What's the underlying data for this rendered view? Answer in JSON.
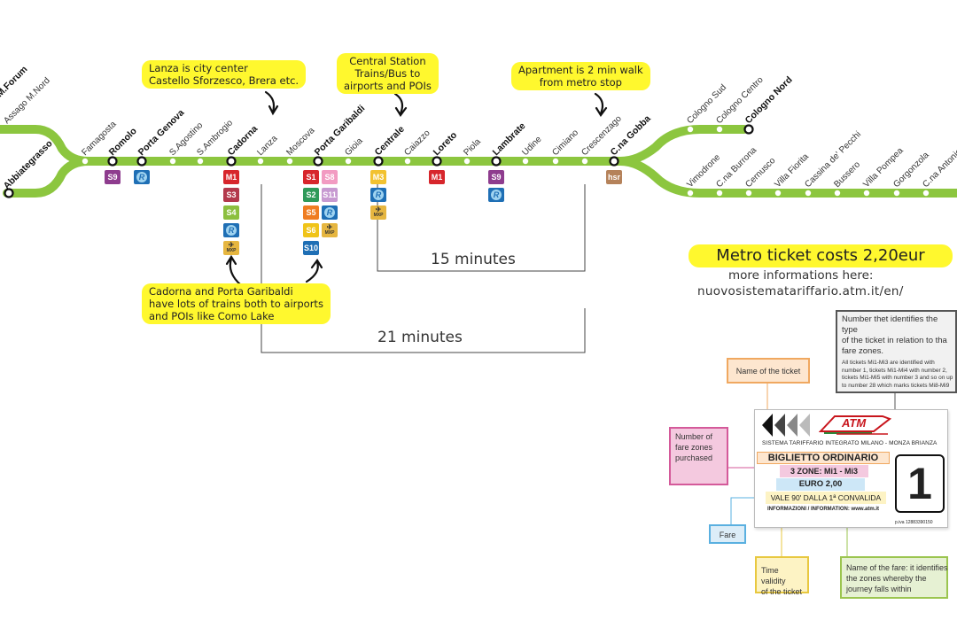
{
  "stations": [
    {
      "name": "M.Forum",
      "bold": true
    },
    {
      "name": "Assago M.Nord",
      "bold": false
    },
    {
      "name": "Abbiategrasso",
      "bold": true
    },
    {
      "name": "Famagosta",
      "bold": false
    },
    {
      "name": "Romolo",
      "bold": true
    },
    {
      "name": "Porta Genova",
      "bold": true
    },
    {
      "name": "S.Agostino",
      "bold": false
    },
    {
      "name": "S.Ambrogio",
      "bold": false
    },
    {
      "name": "Cadorna",
      "bold": true
    },
    {
      "name": "Lanza",
      "bold": false
    },
    {
      "name": "Moscova",
      "bold": false
    },
    {
      "name": "Porta Garibaldi",
      "bold": true
    },
    {
      "name": "Gioia",
      "bold": false
    },
    {
      "name": "Centrale",
      "bold": true
    },
    {
      "name": "Caiazzo",
      "bold": false
    },
    {
      "name": "Loreto",
      "bold": true
    },
    {
      "name": "Piola",
      "bold": false
    },
    {
      "name": "Lambrate",
      "bold": true
    },
    {
      "name": "Udine",
      "bold": false
    },
    {
      "name": "Cimiano",
      "bold": false
    },
    {
      "name": "Crescenzago",
      "bold": false
    },
    {
      "name": "C.na Gobba",
      "bold": true
    },
    {
      "name": "Cologno Sud",
      "bold": false
    },
    {
      "name": "Cologno Centro",
      "bold": false
    },
    {
      "name": "Cologno Nord",
      "bold": true
    },
    {
      "name": "Vimodrone",
      "bold": false
    },
    {
      "name": "C.na Burrona",
      "bold": false
    },
    {
      "name": "Cernusco",
      "bold": false
    },
    {
      "name": "Villa Fiorita",
      "bold": false
    },
    {
      "name": "Cassina de' Pecchi",
      "bold": false
    },
    {
      "name": "Bussero",
      "bold": false
    },
    {
      "name": "Villa Pompea",
      "bold": false
    },
    {
      "name": "Gorgonzola",
      "bold": false
    },
    {
      "name": "C.na Antonietta",
      "bold": false
    }
  ],
  "interchanges": {
    "romolo": [
      {
        "label": "S9",
        "color": "#8e3c8e"
      }
    ],
    "porta_genova": [
      {
        "label": "R",
        "color": "#1f6fb5"
      }
    ],
    "cadorna": [
      {
        "label": "M1",
        "color": "#d7262c"
      },
      {
        "label": "S3",
        "color": "#b3394c"
      },
      {
        "label": "S4",
        "color": "#8cbf3f"
      },
      {
        "label": "R",
        "color": "#1f6fb5"
      },
      {
        "label": "MXP",
        "color": "#e6b640"
      }
    ],
    "porta_garibaldi_left": [
      {
        "label": "S1",
        "color": "#d7262c"
      },
      {
        "label": "S2",
        "color": "#2f9a5a"
      },
      {
        "label": "S5",
        "color": "#ef7d22"
      },
      {
        "label": "S6",
        "color": "#f0c419"
      },
      {
        "label": "S10",
        "color": "#1f6fb5"
      }
    ],
    "porta_garibaldi_right": [
      {
        "label": "S8",
        "color": "#f29bc2"
      },
      {
        "label": "S11",
        "color": "#c79ad1"
      },
      {
        "label": "R",
        "color": "#1f6fb5"
      },
      {
        "label": "MXP",
        "color": "#e6b640"
      }
    ],
    "centrale": [
      {
        "label": "M3",
        "color": "#f2c230"
      },
      {
        "label": "R",
        "color": "#1f6fb5"
      },
      {
        "label": "MXP",
        "color": "#e6b640"
      }
    ],
    "loreto": [
      {
        "label": "M1",
        "color": "#d7262c"
      }
    ],
    "lambrate": [
      {
        "label": "S9",
        "color": "#8e3c8e"
      },
      {
        "label": "R",
        "color": "#1f6fb5"
      }
    ],
    "cna_gobba": [
      {
        "label": "hsr",
        "color": "#b5825a"
      }
    ]
  },
  "line_color": "#8cc63f",
  "callout_color": "#fff82e",
  "callouts": {
    "lanza": [
      "Lanza is city center",
      "Castello Sforzesco, Brera etc."
    ],
    "central": [
      "Central Station",
      "Trains/Bus to",
      "airports and POIs"
    ],
    "apartment": [
      "Apartment is 2 min walk",
      "from metro stop"
    ],
    "cadorna": [
      "Cadorna and Porta Garibaldi",
      "have lots of trains both to airports",
      "and POIs like Como Lake"
    ]
  },
  "durations": {
    "short": "15 minutes",
    "long": "21 minutes"
  },
  "ticket_info": {
    "price": "Metro ticket costs 2,20eur",
    "more": "more informations here:",
    "url": "nuovosistematariffario.atm.it/en/"
  },
  "legend": {
    "type_number": {
      "color": "#555555",
      "title": [
        "Number thet identifies the type",
        "of the ticket in relation to tha",
        "fare zones."
      ],
      "detail": [
        "All tickets Mi1-Mi3 are identified with",
        "number 1, tickets Mi1-Mi4 with number 2,",
        "tickets Mi1-Mi5 with number 3 and so on up",
        "to number 28 which marks tickets Mi8-Mi9"
      ]
    },
    "name": {
      "text": "Name of the ticket",
      "color": "#f0a860"
    },
    "zones": {
      "text": [
        "Number of",
        "fare zones",
        "purchased"
      ],
      "color": "#d45a9a"
    },
    "fare": {
      "text": "Fare",
      "color": "#5ab0e0"
    },
    "validity": {
      "text": [
        "Time validity",
        "of the ticket"
      ],
      "color": "#e8c840"
    },
    "fare_name": {
      "text": [
        "Name of the fare: it identifies",
        "the zones whereby the",
        "journey falls within"
      ],
      "color": "#9bc54f"
    }
  },
  "ticket": {
    "logo": "ATM",
    "system": "SISTEMA TARIFFARIO INTEGRATO MILANO - MONZA BRIANZA",
    "name": "BIGLIETTO ORDINARIO",
    "zones": "3 ZONE: Mi1 - Mi3",
    "fare": "EURO 2,00",
    "validity": "VALE 90' DALLA 1ª CONVALIDA",
    "info": "INFORMAZIONI / INFORMATION: www.atm.it",
    "vat": "p.iva 12883390150",
    "number": "1"
  }
}
